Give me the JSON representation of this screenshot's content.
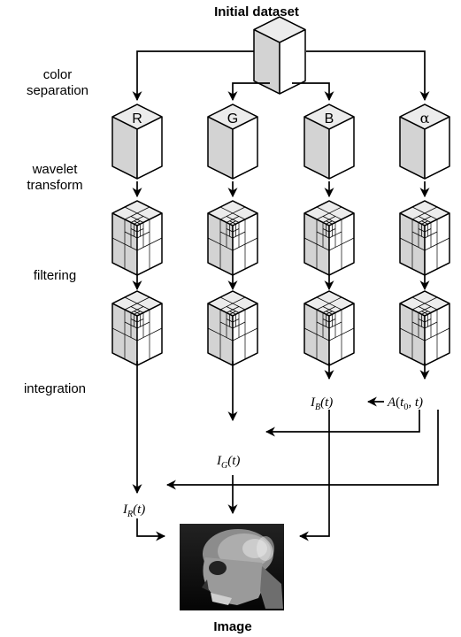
{
  "title": "Initial dataset",
  "output_label": "Image",
  "stages": {
    "color_separation": [
      "color",
      "separation"
    ],
    "wavelet_transform": [
      "wavelet",
      "transform"
    ],
    "filtering": "filtering",
    "integration": "integration"
  },
  "channels": {
    "r": "R",
    "g": "G",
    "b": "B",
    "alpha": "α"
  },
  "integrals": {
    "ir": {
      "base": "I",
      "sub": "R",
      "arg": "(t)"
    },
    "ig": {
      "base": "I",
      "sub": "G",
      "arg": "(t)"
    },
    "ib": {
      "base": "I",
      "sub": "B",
      "arg": "(t)"
    },
    "a": {
      "base": "A",
      "open": "(",
      "t0": "t",
      "t0sub": "0",
      "rest": ", t)"
    }
  }
}
